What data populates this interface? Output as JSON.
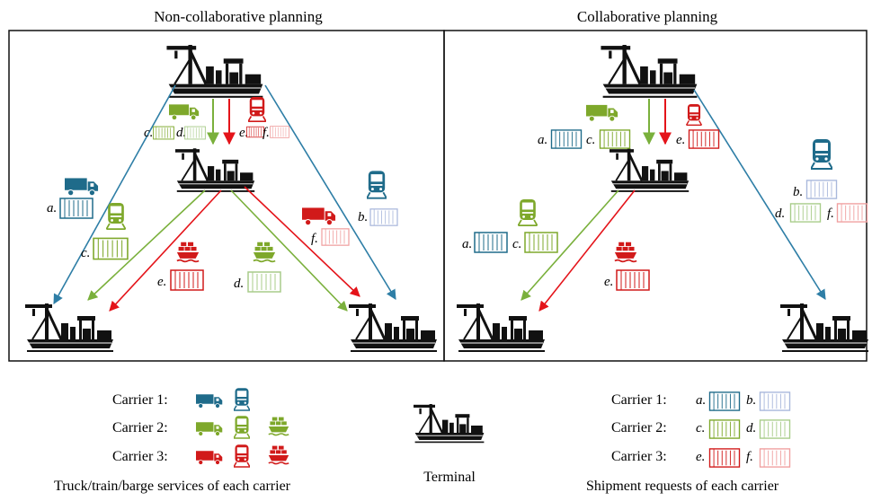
{
  "panels": {
    "left_title": "Non-collaborative planning",
    "right_title": "Collaborative planning"
  },
  "shipment_labels": {
    "a": "a.",
    "b": "b.",
    "c": "c.",
    "d": "d.",
    "e": "e.",
    "f": "f."
  },
  "legend": {
    "carrier1": "Carrier 1:",
    "carrier2": "Carrier 2:",
    "carrier3": "Carrier 3:",
    "services_caption": "Truck/train/barge services of each carrier",
    "terminal_caption": "Terminal",
    "requests_caption": "Shipment requests  of each carrier"
  },
  "colors": {
    "carrier1": "#1f6b8a",
    "carrier2": "#7ea82b",
    "carrier3": "#d11a1a",
    "carrier1_light": "#a9b8dc",
    "carrier2_light": "#a8cc8a",
    "carrier3_light": "#f0a0a0",
    "arrow_blue": "#2e7ea6",
    "arrow_green": "#7ab03c",
    "arrow_red": "#e4141a"
  },
  "icons": [
    "truck-icon",
    "train-icon",
    "barge-icon",
    "container-icon",
    "terminal-icon"
  ]
}
